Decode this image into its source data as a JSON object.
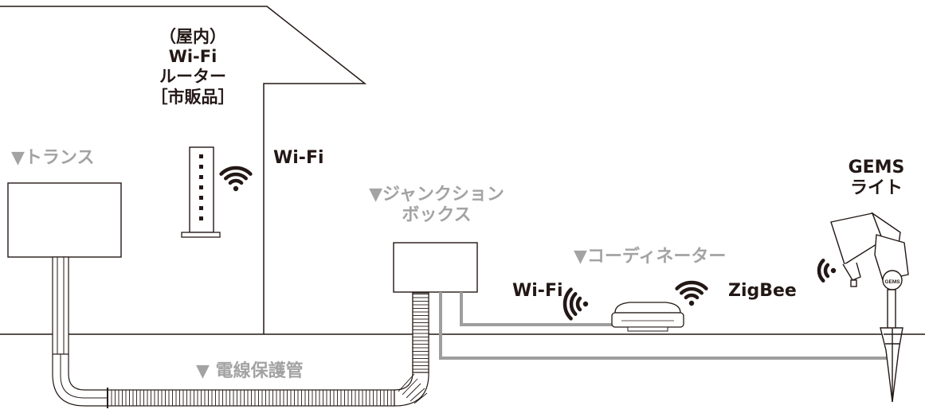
{
  "labels": {
    "router_line1": "（屋内）",
    "router_line2": "Wi-Fi",
    "router_line3": "ルーター",
    "router_line4": "［市販品］",
    "transformer": "▼トランス",
    "wifi_house": "Wi-Fi",
    "junction_line1": "▼ジャンクション",
    "junction_line2": "ボックス",
    "coordinator": "▼コーディネーター",
    "wifi_coordinator": "Wi-Fi",
    "zigbee": "ZigBee",
    "gems_line1": "GEMS",
    "gems_line2": "ライト",
    "conduit": "▼ 電線保護管",
    "light_badge": "GEMS"
  },
  "colors": {
    "line": "#231815",
    "gray_label": "#a3a3a3",
    "cable": "#9e9e9e"
  },
  "icons": [
    "wifi-waves-icon",
    "wifi-waves-icon",
    "zigbee-waves-icon",
    "wifi-waves-icon"
  ]
}
